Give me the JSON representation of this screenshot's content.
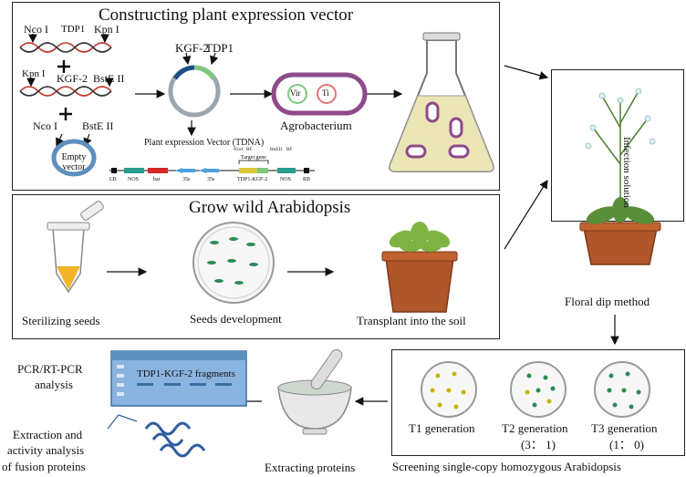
{
  "construct": {
    "title": "Constructing plant expression vector",
    "nco1": "Nco I",
    "tdp1": "TDP1",
    "kpn1": "Kpn  I",
    "kpn1b": "Kpn I",
    "kgf2": "KGF-2",
    "bste2": "BstE II",
    "nco1b": "Nco I",
    "bste2b": "BstE II",
    "empty_vector": "Empty vector",
    "kgf2_label": "KGF-2",
    "tdp1_label": "TDP1",
    "vector_caption": "Plant expression Vector (TDNA)",
    "vir": "Vir",
    "ti": "Ti",
    "agrobacterium": "Agrobacterium",
    "map": {
      "lb": "LB",
      "nos": "NOS",
      "bar": "bar",
      "s35a": "35s",
      "s35b": "35s",
      "tdp1kgf2": "TDP1-KGF-2",
      "nos2": "NOS",
      "rb": "RB",
      "target_gene": "Target  gene",
      "ncoi_site": "NcoI",
      "bf": "BF",
      "bste_site": "BstEII",
      "bf2": "BF"
    }
  },
  "grow": {
    "title": "Grow wild Arabidopsis",
    "sterilizing": "Sterilizing seeds",
    "seeds_dev": "Seeds development",
    "transplant": "Transplant into the soil"
  },
  "infection": {
    "label": "Infection solution",
    "floral_dip": "Floral dip method"
  },
  "screening": {
    "t1": "T1 generation",
    "t2": "T2 generation",
    "t2_ratio": "(3： 1)",
    "t3": "T3 generation",
    "t3_ratio": "(1： 0)",
    "caption": "Screening single-copy homozygous Arabidopsis"
  },
  "analysis": {
    "pcr": "PCR/RT-PCR",
    "pcr2": "analysis",
    "fragments": "TDP1-KGF-2 fragments",
    "extracting": "Extracting proteins",
    "extraction1": "Extraction and",
    "extraction2": "activity analysis",
    "extraction3": "of fusion proteins"
  }
}
